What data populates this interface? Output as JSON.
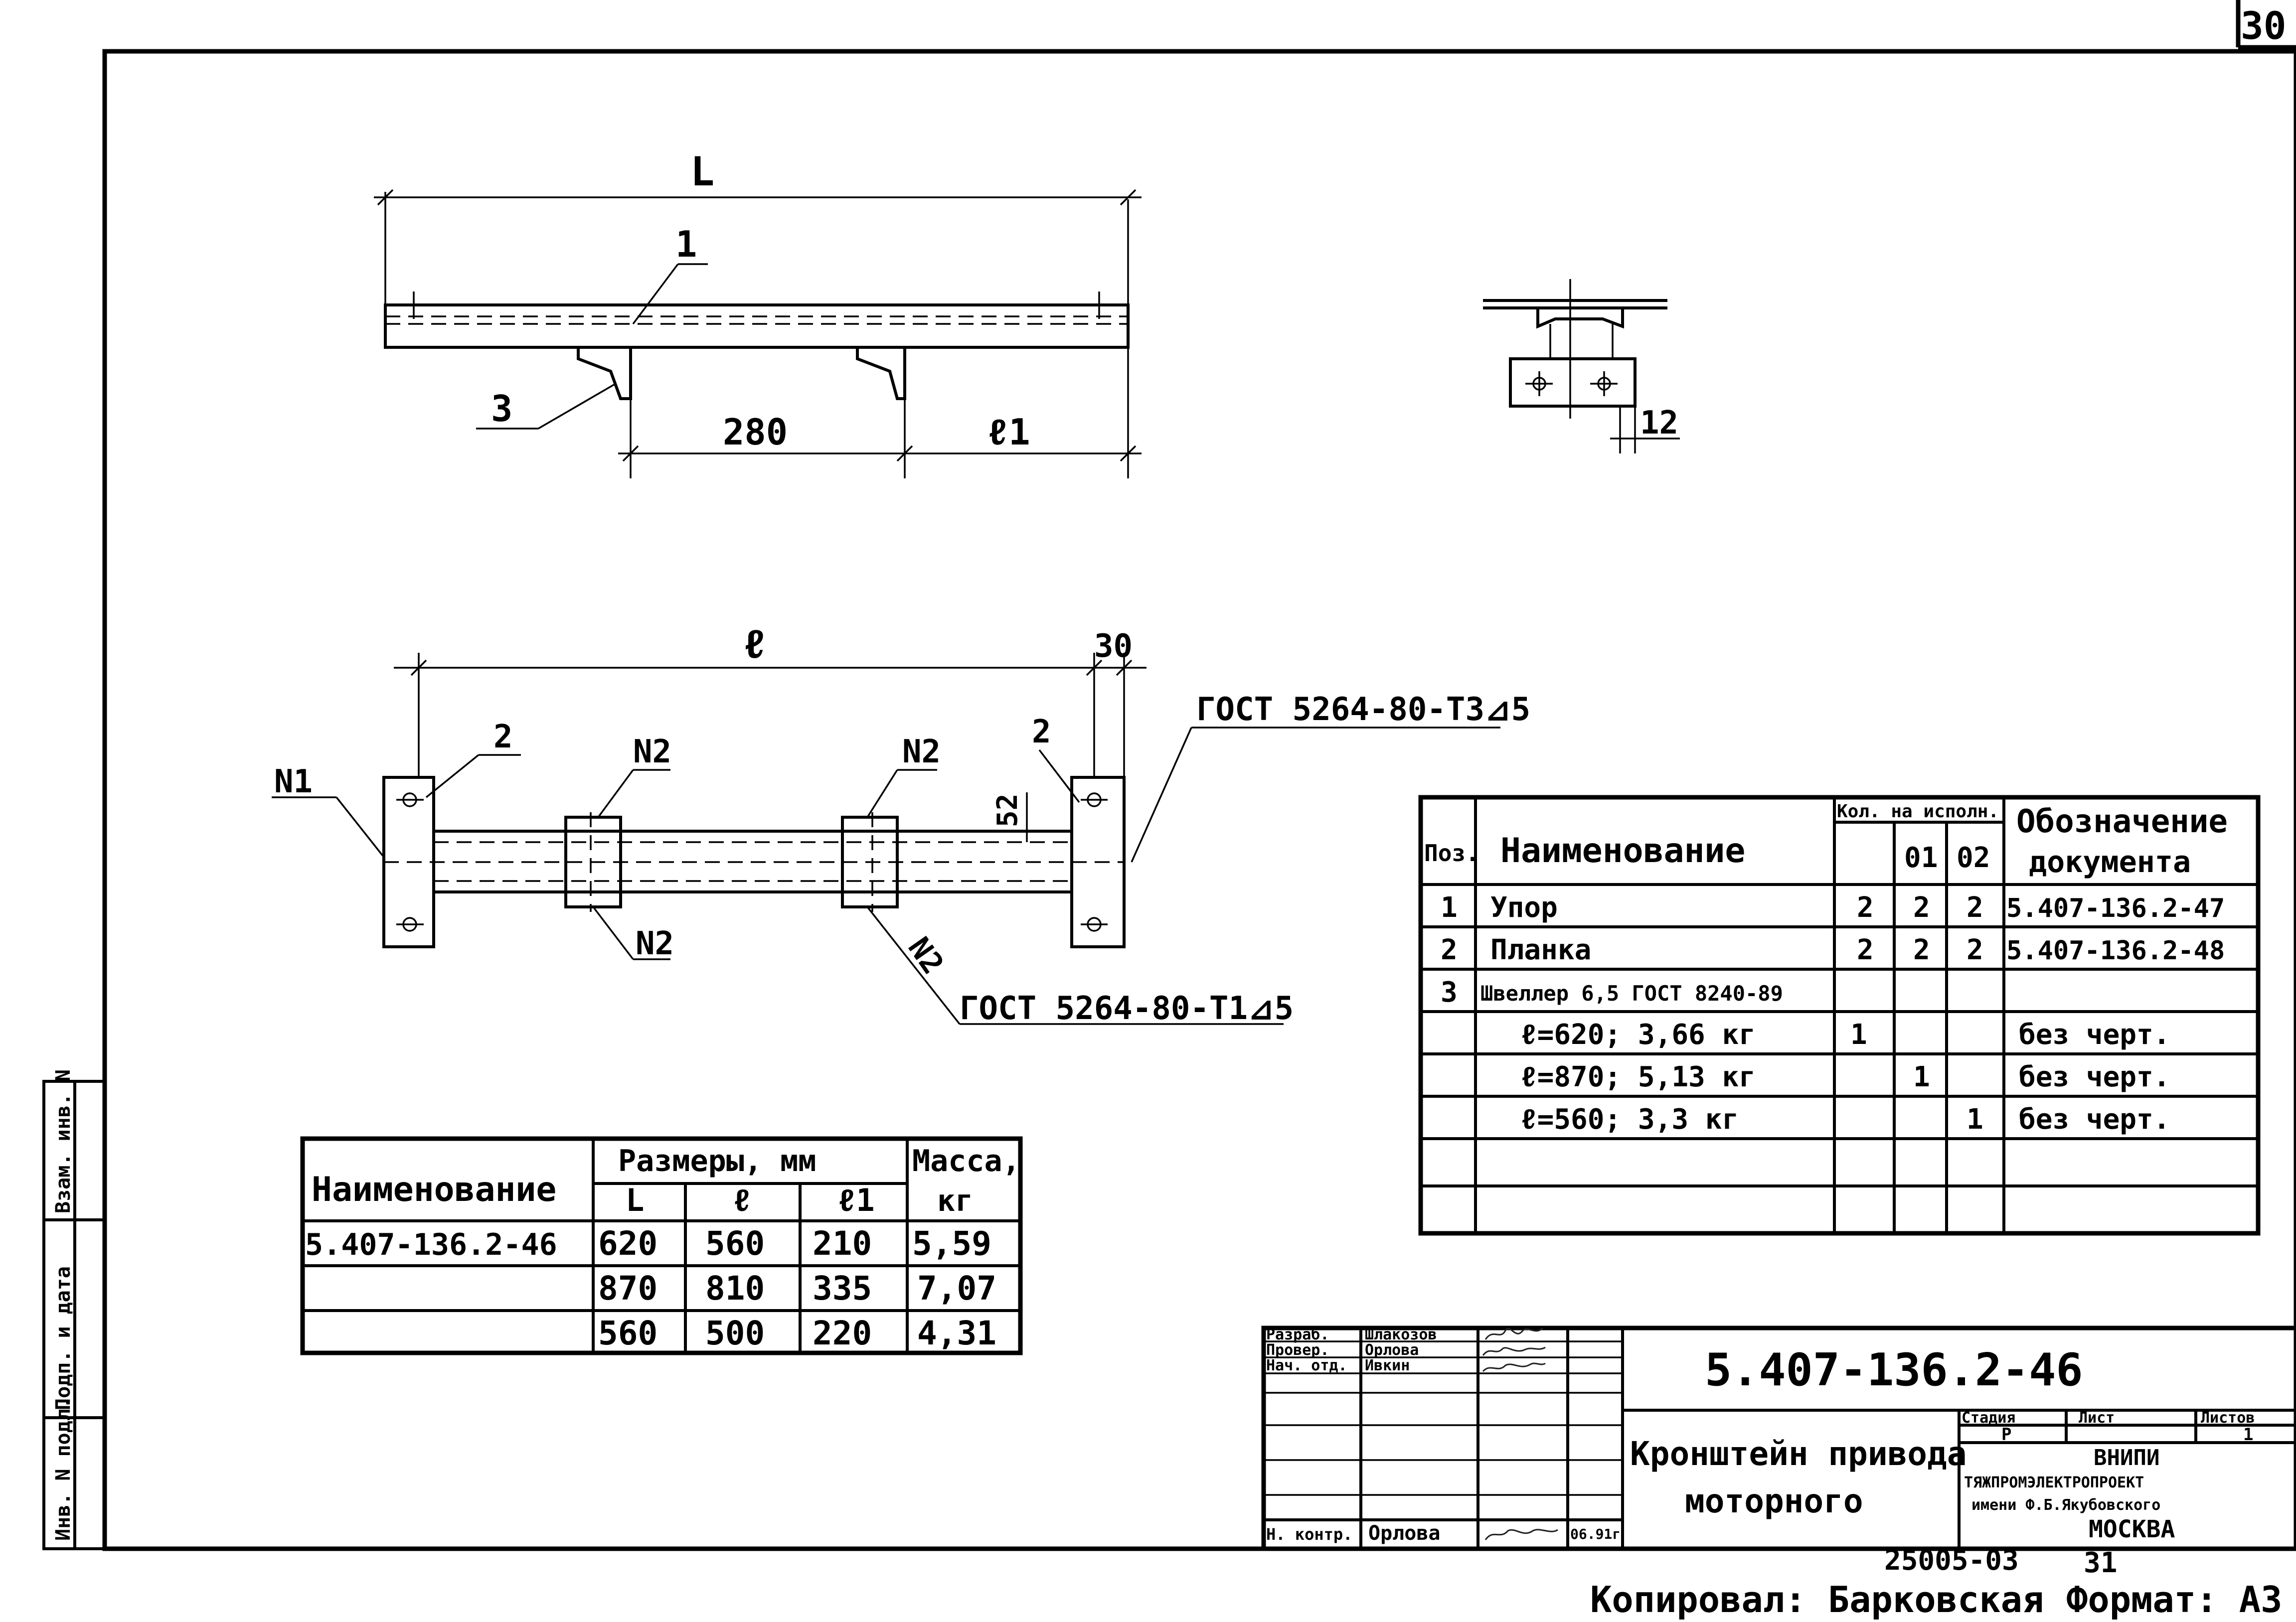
{
  "sheet_number": "30",
  "left_strip": [
    "Инв. N подл.",
    "Подп. и дата",
    "Взам. инв. N"
  ],
  "drawing": {
    "dims": {
      "L": "L",
      "d280": "280",
      "l1": "ℓ1",
      "d12": "12",
      "l": "ℓ",
      "d30": "30",
      "d52": "52"
    },
    "pos_labels": {
      "p1": "1",
      "p3": "3",
      "p2a": "2",
      "p2b": "2",
      "n1": "N1",
      "n2a": "N2",
      "n2b": "N2",
      "n2c": "N2",
      "n2d": "N2"
    },
    "weld_top": "ГОСТ 5264-80-Т3⊿5",
    "weld_bottom": "ГОСТ 5264-80-Т1⊿5"
  },
  "spec_table": {
    "h_pos": "Поз.",
    "h_name": "Наименование",
    "h_qty": "Кол. на исполн.",
    "h_v0": "",
    "h_v1": "01",
    "h_v2": "02",
    "h_doc1": "Обозначение",
    "h_doc2": "документа",
    "rows": [
      {
        "pos": "1",
        "name": "Упор",
        "q0": "2",
        "q1": "2",
        "q2": "2",
        "doc": "5.407-136.2-47"
      },
      {
        "pos": "2",
        "name": "Планка",
        "q0": "2",
        "q1": "2",
        "q2": "2",
        "doc": "5.407-136.2-48"
      },
      {
        "pos": "3",
        "name": "Швеллер 6,5 ГОСТ 8240-89",
        "q0": "",
        "q1": "",
        "q2": "",
        "doc": ""
      },
      {
        "pos": "",
        "name": "ℓ=620; 3,66 кг",
        "q0": "1",
        "q1": "",
        "q2": "",
        "doc": "без черт."
      },
      {
        "pos": "",
        "name": "ℓ=870; 5,13 кг",
        "q0": "",
        "q1": "1",
        "q2": "",
        "doc": "без черт."
      },
      {
        "pos": "",
        "name": "ℓ=560; 3,3 кг",
        "q0": "",
        "q1": "",
        "q2": "1",
        "doc": "без черт."
      }
    ]
  },
  "size_table": {
    "h_name": "Наименование",
    "h_sizes": "Размеры, мм",
    "h_mass1": "Масса,",
    "h_mass2": "кг",
    "h_L": "L",
    "h_l": "ℓ",
    "h_l1": "ℓ1",
    "rows": [
      {
        "name": "5.407-136.2-46",
        "L": "620",
        "l": "560",
        "l1": "210",
        "m": "5,59"
      },
      {
        "name": "",
        "L": "870",
        "l": "810",
        "l1": "335",
        "m": "7,07"
      },
      {
        "name": "",
        "L": "560",
        "l": "500",
        "l1": "220",
        "m": "4,31"
      }
    ]
  },
  "title_block": {
    "roles": [
      "Разраб.",
      "Провер.",
      "Нач. отд.",
      "",
      "",
      "",
      "Н. контр."
    ],
    "names": [
      "Шлакозов",
      "Орлова",
      "Ивкин",
      "",
      "",
      "",
      "Орлова"
    ],
    "date": "06.91г",
    "code": "5.407-136.2-46",
    "title1": "Кронштейн привода",
    "title2": "моторного",
    "h_stage": "Стадия",
    "h_sheet": "Лист",
    "h_sheets": "Листов",
    "stage": "Р",
    "sheets": "1",
    "org1": "ВНИПИ",
    "org2": "ТЯЖПРОМЭЛЕКТРОПРОЕКТ",
    "org3": "имени Ф.Б.Якубовского",
    "org4": "МОСКВА"
  },
  "footer": {
    "order": "25005-03",
    "page": "31",
    "copied": "Копировал: Барковская",
    "format": "Формат: А3"
  }
}
